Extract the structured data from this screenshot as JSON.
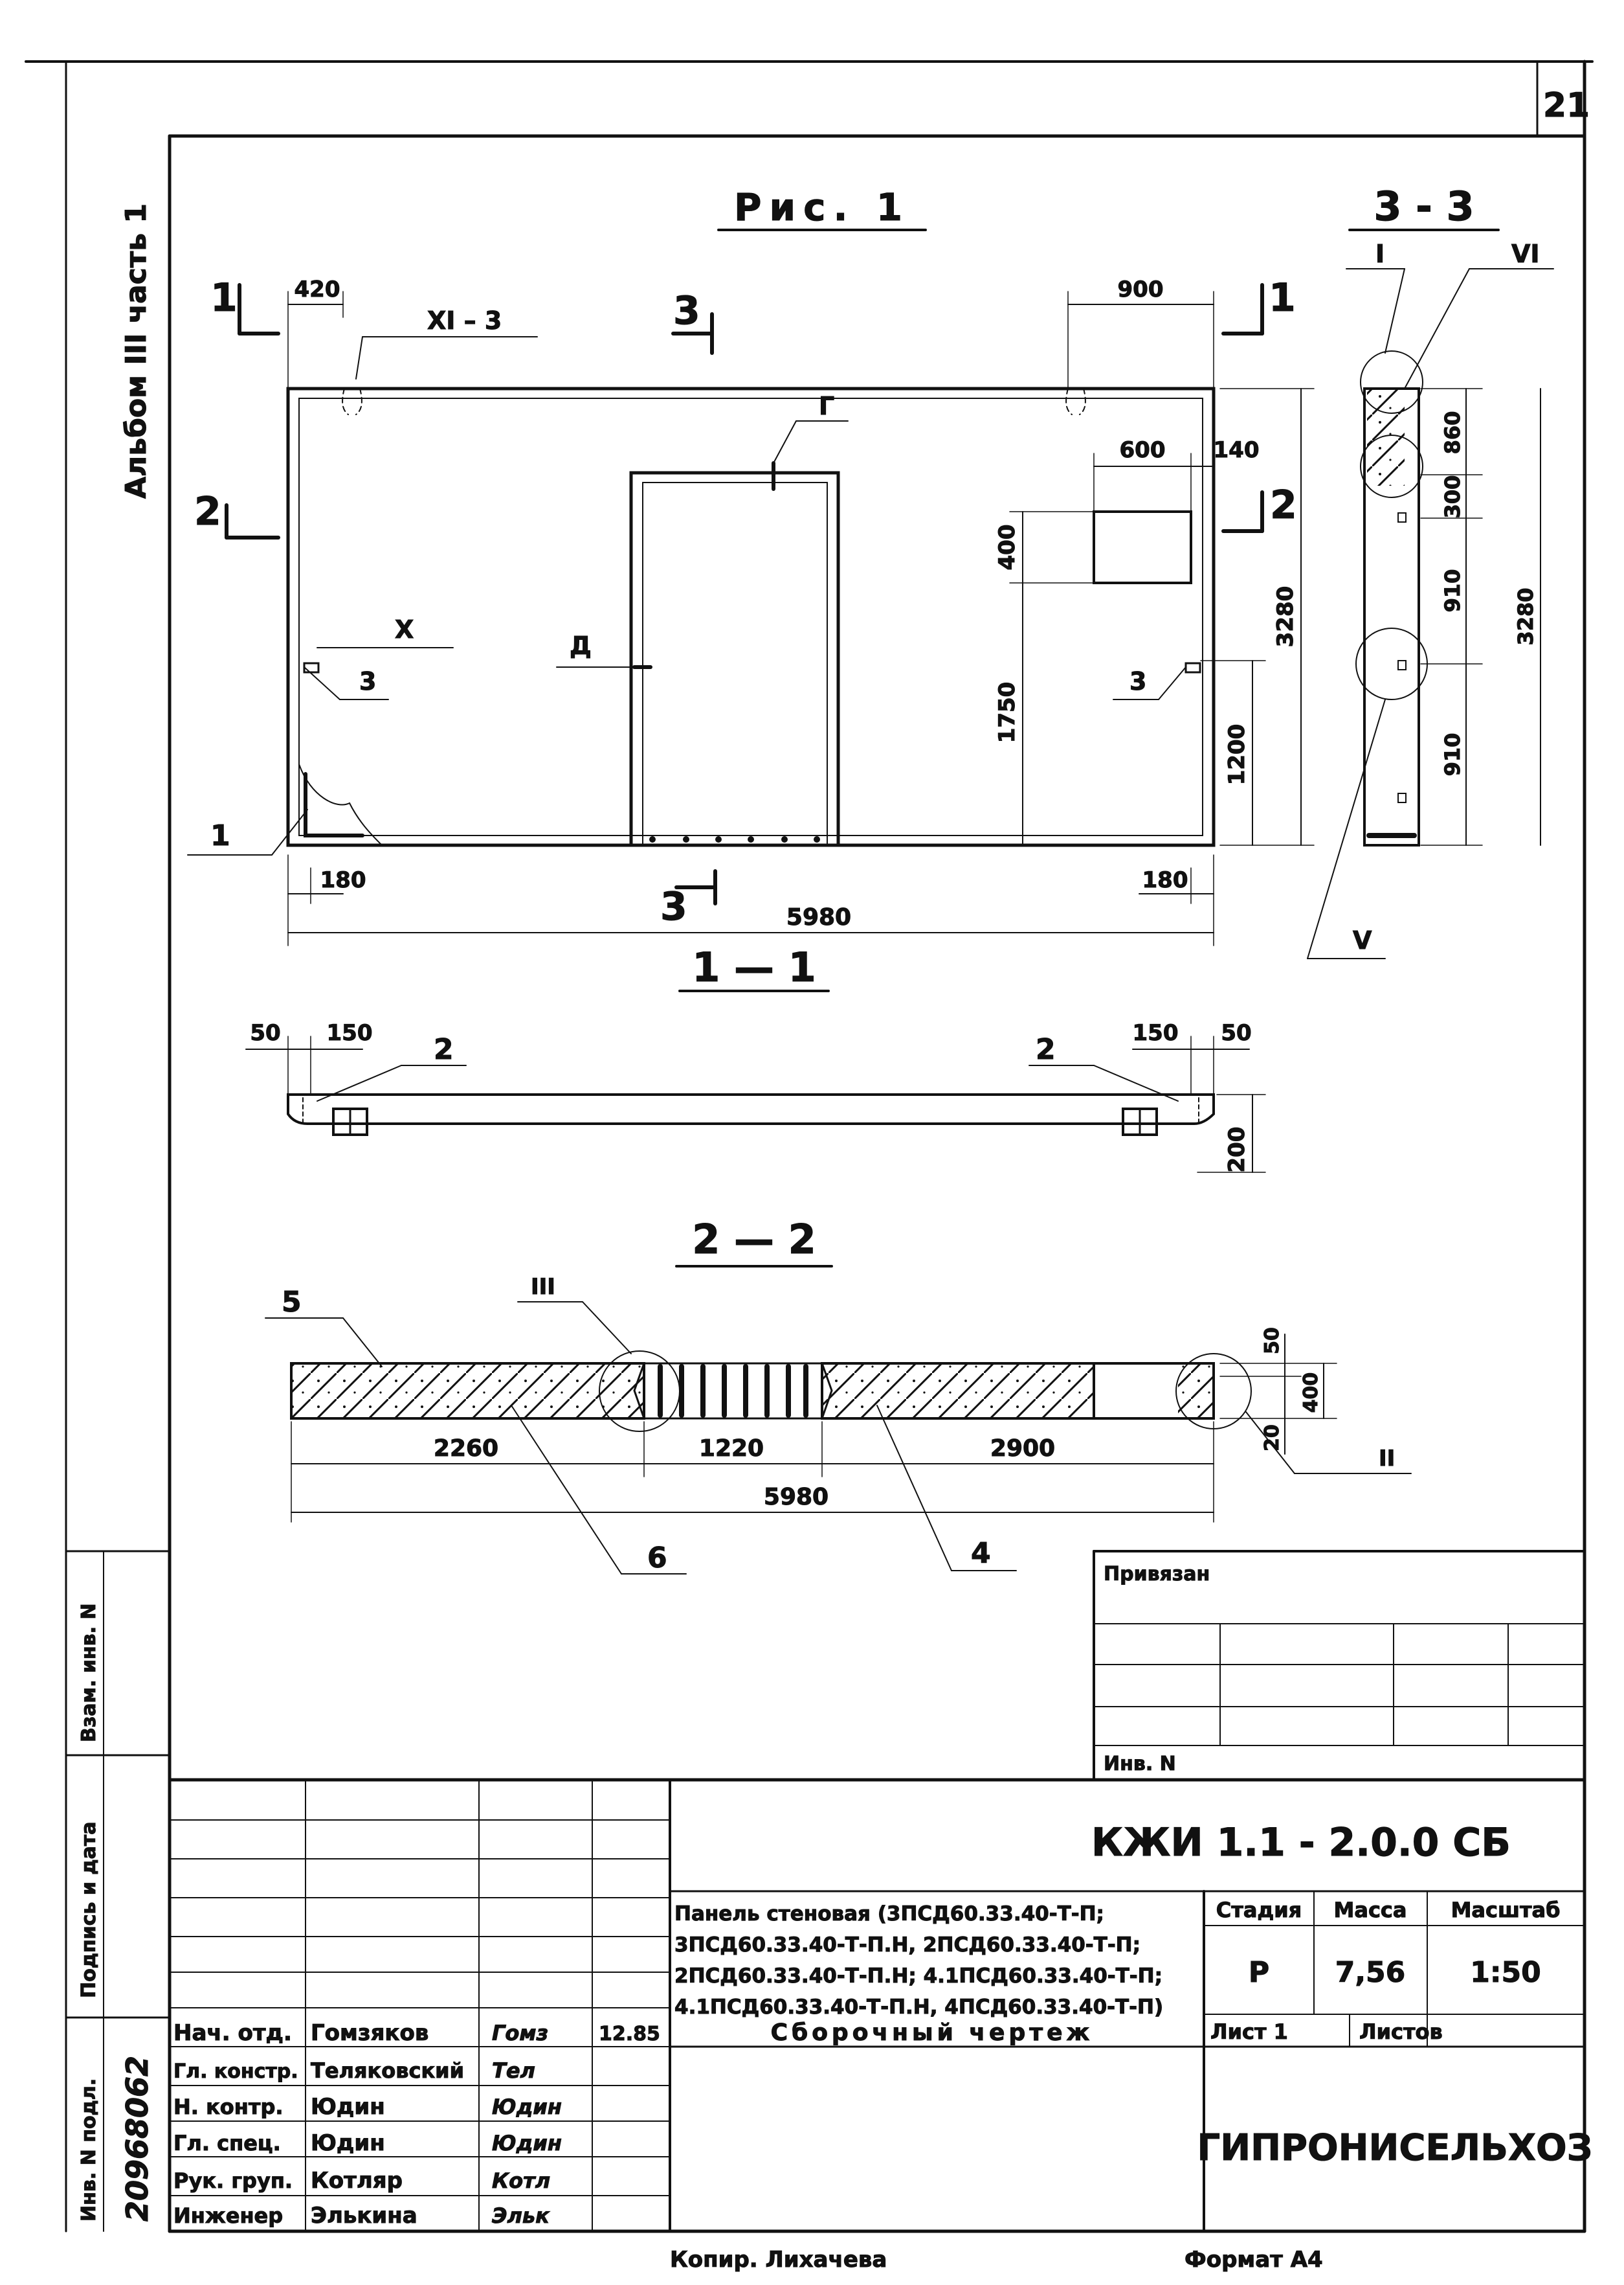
{
  "sheet": {
    "page_number": "21",
    "album_label": "Альбом III часть 1",
    "copied_by": "Копир. Лихачева",
    "format": "Формат А4"
  },
  "figure": {
    "caption": "Рис. 1",
    "panel": {
      "width": "5980",
      "height": "3280",
      "dim_420": "420",
      "dim_900": "900",
      "dim_600": "600",
      "dim_140": "140",
      "dim_400": "400",
      "dim_1750": "1750",
      "dim_1200": "1200",
      "dim_180_left": "180",
      "dim_180_right": "180"
    },
    "section_marks": {
      "s1_left": "1",
      "s1_right": "1",
      "s2_left": "2",
      "s2_right": "2",
      "s3_top": "3",
      "s3_bottom": "3"
    },
    "node_labels": {
      "xi3": "XI – 3",
      "x": "X",
      "node3_left": "3",
      "node3_right": "3",
      "g": "Г",
      "d": "Д",
      "pos1": "1"
    },
    "section_33": {
      "title": "3 - 3",
      "leader_I": "I",
      "leader_VI": "VI",
      "leader_V": "V",
      "dim_860": "860",
      "dim_300": "300",
      "dim_910a": "910",
      "dim_910b": "910",
      "dim_3280": "3280"
    },
    "section_11": {
      "title": "1 — 1",
      "dim_50_left": "50",
      "dim_150_left": "150",
      "dim_150_right": "150",
      "dim_50_right": "50",
      "pos2_left": "2",
      "pos2_right": "2",
      "dim_200": "200"
    },
    "section_22": {
      "title": "2 — 2",
      "pos5": "5",
      "leader_III": "III",
      "dim_2260": "2260",
      "dim_1220": "1220",
      "dim_2900": "2900",
      "dim_5980": "5980",
      "dim_50": "50",
      "dim_400": "400",
      "dim_20": "20",
      "leader_II": "II",
      "pos6": "6",
      "pos4": "4"
    }
  },
  "privyazan": {
    "label": "Привязан",
    "inv_label": "Инв. N"
  },
  "side_stamp": {
    "vzam": "Взам. инв. N",
    "podpis": "Подпись и дата",
    "inv_podl": "Инв. N подл.",
    "inv_number": "20968062"
  },
  "title_block": {
    "doc_code": "КЖИ 1.1 - 2.0.0 СБ",
    "description_lines": [
      "Панель стеновая (3ПСД60.33.40-Т-П;",
      "3ПСД60.33.40-Т-П.Н, 2ПСД60.33.40-Т-П;",
      "2ПСД60.33.40-Т-П.Н; 4.1ПСД60.33.40-Т-П;",
      "4.1ПСД60.33.40-Т-П.Н, 4ПСД60.33.40-Т-П)"
    ],
    "drawing_type": "Сборочный чертеж",
    "stage_label": "Стадия",
    "mass_label": "Масса",
    "scale_label": "Масштаб",
    "stage_value": "Р",
    "mass_value": "7,56",
    "scale_value": "1:50",
    "sheet_label": "Лист 1",
    "sheets_label": "Листов",
    "organization": "ГИПРОНИСЕЛЬХОЗ",
    "date": "12.85",
    "staff": [
      {
        "role": "Нач. отд.",
        "name": "Гомзяков",
        "sign": "Гомз"
      },
      {
        "role": "Гл. констр.",
        "name": "Теляковский",
        "sign": "Тел"
      },
      {
        "role": "Н. контр.",
        "name": "Юдин",
        "sign": "Юдин"
      },
      {
        "role": "Гл. спец.",
        "name": "Юдин",
        "sign": "Юдин"
      },
      {
        "role": "Рук. груп.",
        "name": "Котляр",
        "sign": "Котл"
      },
      {
        "role": "Инженер",
        "name": "Элькина",
        "sign": "Эльк"
      }
    ]
  }
}
